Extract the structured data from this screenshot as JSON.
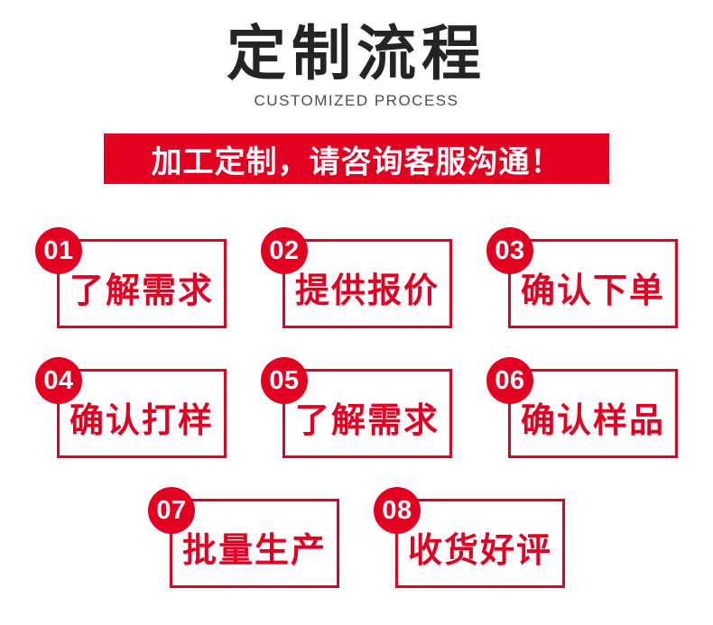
{
  "header": {
    "title": "定制流程",
    "subtitle": "CUSTOMIZED PROCESS"
  },
  "banner": {
    "text": "加工定制，请咨询客服沟通！"
  },
  "steps": [
    {
      "number": "01",
      "label": "了解需求"
    },
    {
      "number": "02",
      "label": "提供报价"
    },
    {
      "number": "03",
      "label": "确认下单"
    },
    {
      "number": "04",
      "label": "确认打样"
    },
    {
      "number": "05",
      "label": "了解需求"
    },
    {
      "number": "06",
      "label": "确认样品"
    },
    {
      "number": "07",
      "label": "批量生产"
    },
    {
      "number": "08",
      "label": "收货好评"
    }
  ],
  "colors": {
    "accent_red": "#e30021",
    "title_black": "#242424",
    "subtitle_gray": "#4d4d4d",
    "badge_text_white": "#ffffff",
    "background_white": "#ffffff"
  }
}
